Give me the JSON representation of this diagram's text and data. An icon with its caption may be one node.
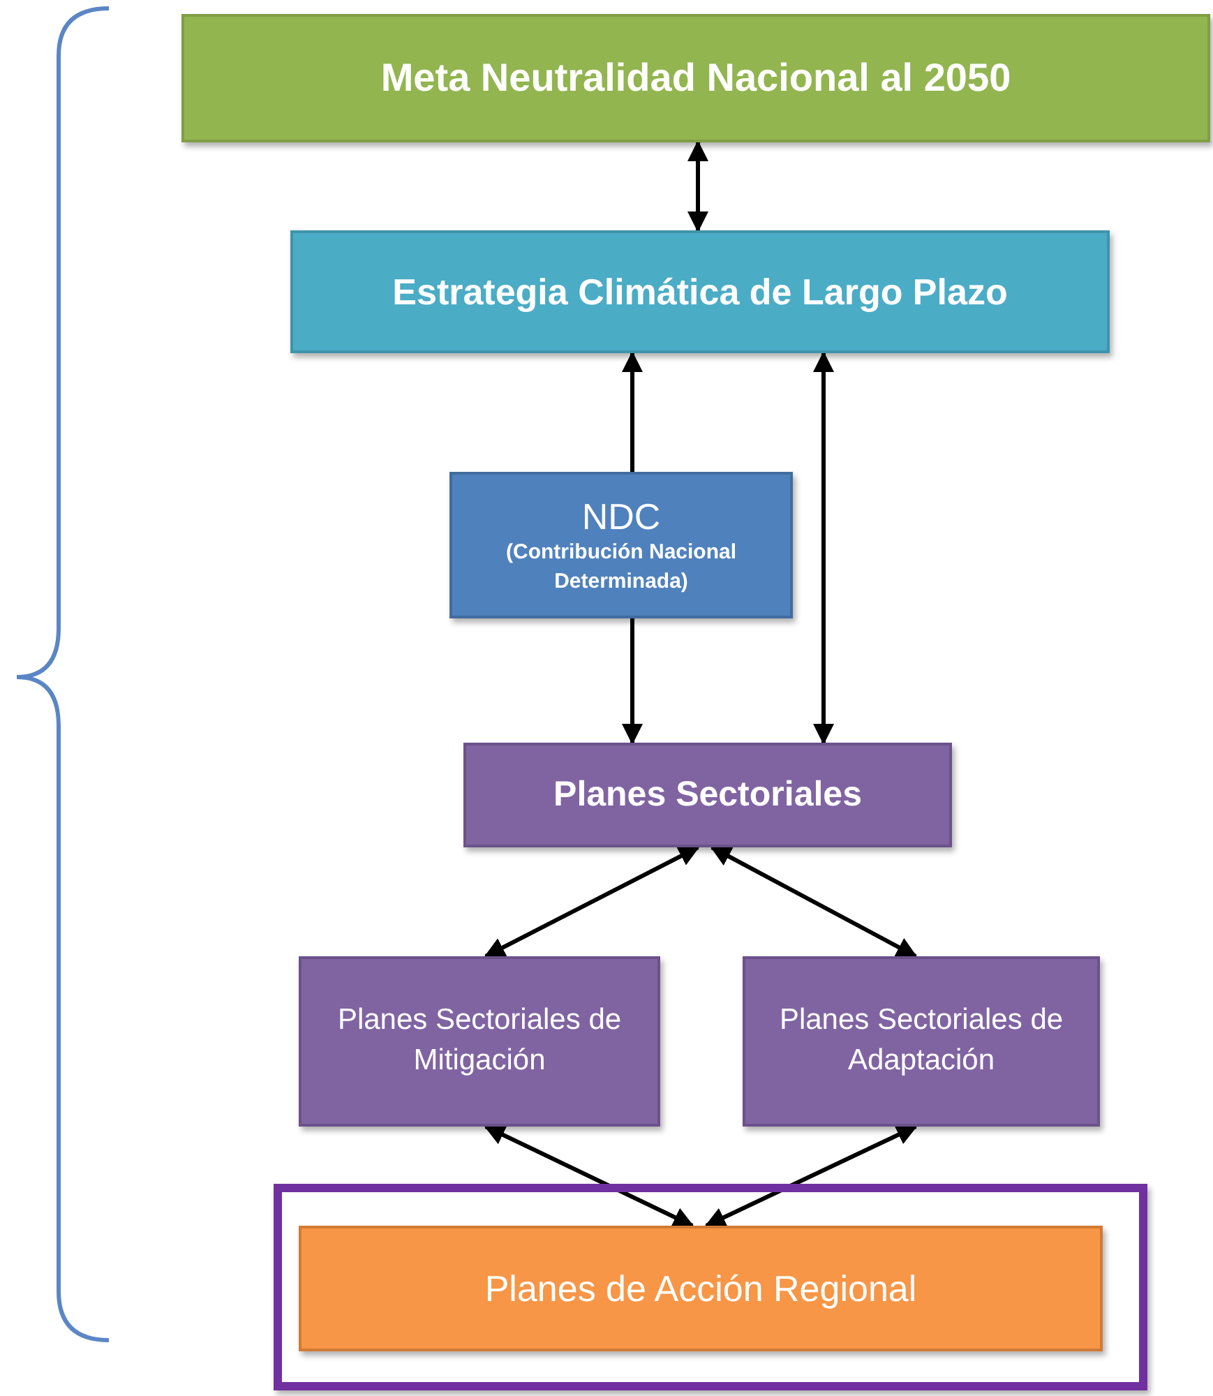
{
  "diagram": {
    "nodes": [
      {
        "text": [
          "Meta Neutralidad Nacional al 2050"
        ]
      },
      {
        "text": [
          "Estrategia Climática de Largo Plazo"
        ]
      },
      {
        "text": [
          "NDC",
          "(Contribución Nacional Determinada)"
        ]
      },
      {
        "text": [
          "Planes Sectoriales"
        ]
      },
      {
        "text": [
          "Planes Sectoriales de Mitigación"
        ]
      },
      {
        "text": [
          "Planes Sectoriales de Adaptación"
        ]
      },
      {
        "text": [],
        "shape": "box"
      },
      {
        "text": [
          "Planes de Acción Regional"
        ],
        "in": 6
      }
    ],
    "edges": [
      {
        "from": 0,
        "to": 1,
        "arrow": "both"
      },
      {
        "from": 2,
        "to": 1,
        "arrow": "to"
      },
      {
        "from": 2,
        "to": 3,
        "arrow": "to"
      },
      {
        "from": 1,
        "to": 3,
        "arrow": "both"
      },
      {
        "from": 3,
        "to": 4,
        "arrow": "both"
      },
      {
        "from": 3,
        "to": 5,
        "arrow": "both"
      },
      {
        "from": 4,
        "to": 7,
        "arrow": "both"
      },
      {
        "from": 5,
        "to": 7,
        "arrow": "both"
      }
    ]
  }
}
